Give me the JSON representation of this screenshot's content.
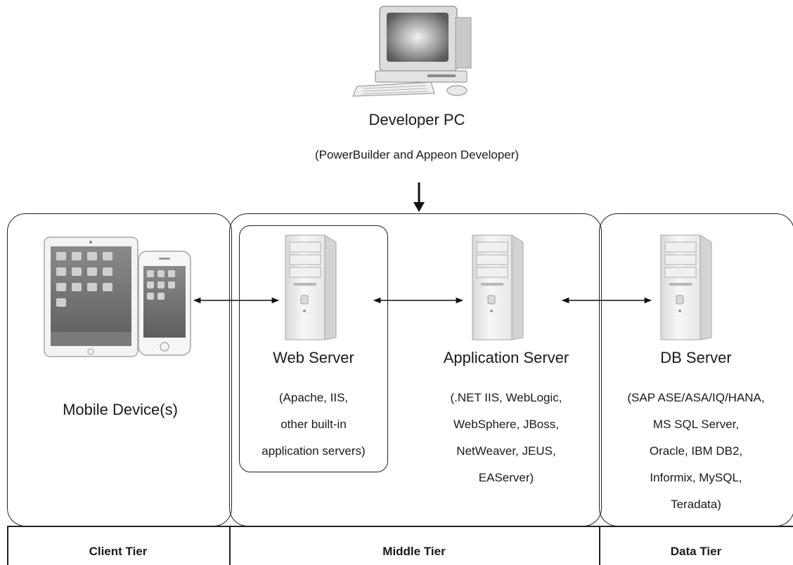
{
  "developer": {
    "title": "Developer PC",
    "subtitle": "(PowerBuilder and Appeon Developer)",
    "icon": "desktop-computer-icon"
  },
  "client": {
    "device_label": "Mobile Device(s)",
    "icons": [
      "tablet-icon",
      "smartphone-icon"
    ]
  },
  "web_server": {
    "title": "Web Server",
    "details": [
      "(Apache, IIS,",
      "other built-in",
      "application servers)"
    ],
    "icon": "server-tower-icon"
  },
  "app_server": {
    "title": "Application Server",
    "details": [
      "(.NET IIS, WebLogic,",
      "WebSphere, JBoss,",
      "NetWeaver, JEUS,",
      "EAServer)"
    ],
    "icon": "server-tower-icon"
  },
  "db_server": {
    "title": "DB Server",
    "details": [
      "(SAP ASE/ASA/IQ/HANA,",
      "MS SQL Server,",
      "Oracle, IBM DB2,",
      "Informix, MySQL,",
      "Teradata)"
    ],
    "icon": "server-tower-icon"
  },
  "tiers": {
    "client": "Client Tier",
    "middle": "Middle Tier",
    "data": "Data Tier"
  }
}
